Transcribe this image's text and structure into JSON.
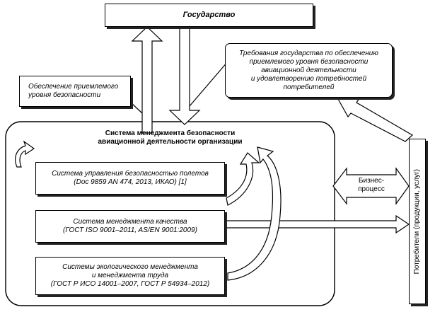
{
  "state": "Государство",
  "requirements": "Требования государства по обеспечению\nприемлемого уровня безопасности\nавиационной деятельности\nи удовлетворению потребностей\nпотребителей",
  "provision": "Обеспечение приемлемого\nуровня безопасности",
  "sms_title": "Система менеджмента безопасности\nавиационной деятельности организации",
  "flight_safety": "Система управления безопасностью полетов\n(Doc 9859 AN 474, 2013, ИКАО) [1]",
  "quality": "Система менеджмента качества\n(ГОСТ ISO 9001–2011, AS/EN 9001:2009)",
  "environment": "Системы экологического менеджмента\nи менеджмента труда\n(ГОСТ Р ИСО 14001–2007, ГОСТ Р 54934–2012)",
  "business": "Бизнес-\nпроцесс",
  "consumers": "Потребители (продукции, услуг)"
}
